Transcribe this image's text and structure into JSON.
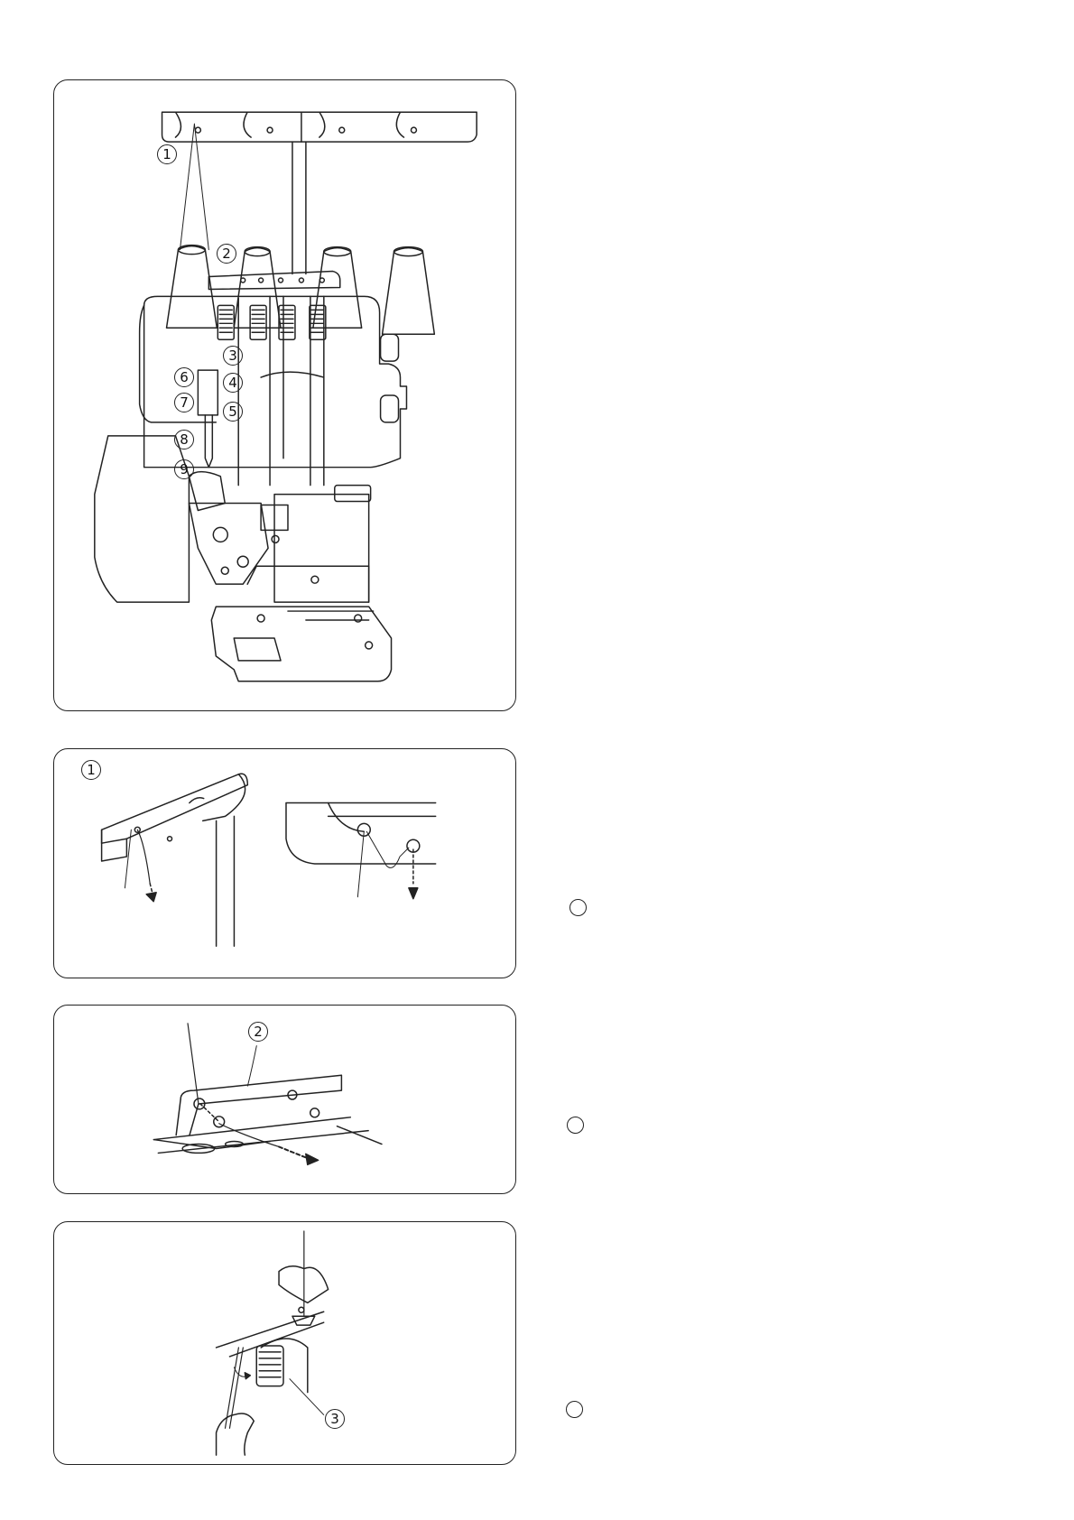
{
  "callouts": {
    "overview": [
      "1",
      "2",
      "3",
      "4",
      "5",
      "6",
      "7",
      "8",
      "9"
    ],
    "guide_detail": "1",
    "plate_detail": "2",
    "tension_detail": "3"
  },
  "markers": [
    "",
    "",
    ""
  ]
}
